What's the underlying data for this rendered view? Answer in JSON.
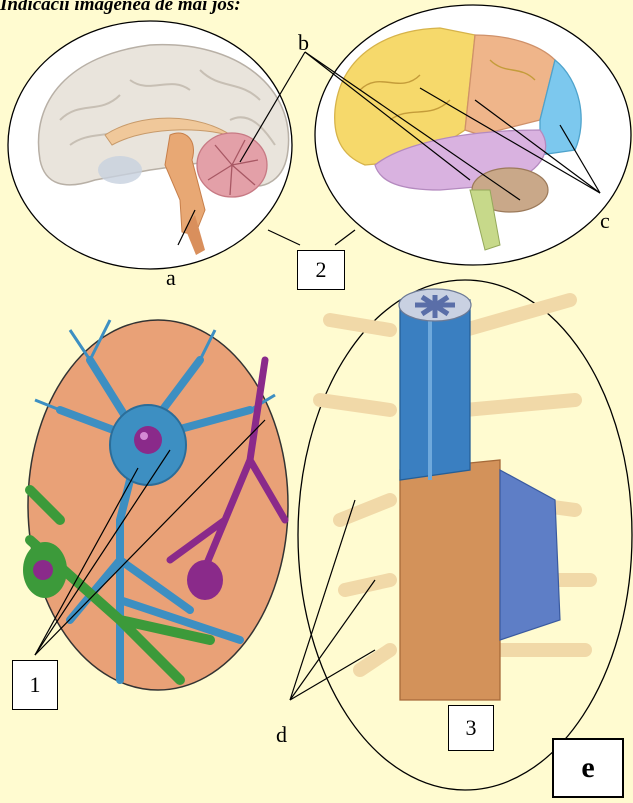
{
  "caption": "Indicăcii imagenea de mai jos:",
  "letters": {
    "a": "a",
    "b": "b",
    "c": "c",
    "d": "d",
    "e": "e"
  },
  "numbers": {
    "n1": "1",
    "n2": "2",
    "n3": "3"
  },
  "colors": {
    "page_bg": "#fffbd0",
    "brain_lobe_frontal": "#f6d96b",
    "brain_lobe_temporal": "#d9b2e0",
    "brain_lobe_occipital": "#7cc8ee",
    "cerebellum": "#e3a0a8",
    "neuron_blue": "#3d8fc2",
    "neuron_purple": "#8a2a8a",
    "neuron_green": "#3c9a3a",
    "spinal_blue": "#3a7fc1",
    "spinal_sheath": "#d3925a",
    "nerves": "#f1d9a8"
  }
}
